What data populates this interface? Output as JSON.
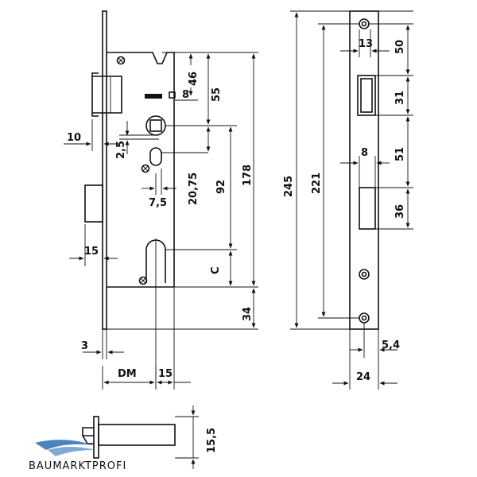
{
  "dimensions": {
    "d10": "10",
    "d2_5": "2,5",
    "d15_side": "15",
    "d3": "3",
    "d46": "46",
    "d8_top": "8",
    "d55": "55",
    "d92": "92",
    "d178": "178",
    "d20_75": "20,75",
    "d7_5": "7,5",
    "dC": "C",
    "d34": "34",
    "dDM": "DM",
    "d15_bottom": "15",
    "d245": "245",
    "d221": "221",
    "d13": "13",
    "d50": "50",
    "d31": "31",
    "d8_plate": "8",
    "d51": "51",
    "d36": "36",
    "d5_4": "5,4",
    "d24": "24",
    "d15_5": "15,5"
  },
  "logo": {
    "text": "BAUMARKTPROFI",
    "color": "#2a6fb5"
  }
}
